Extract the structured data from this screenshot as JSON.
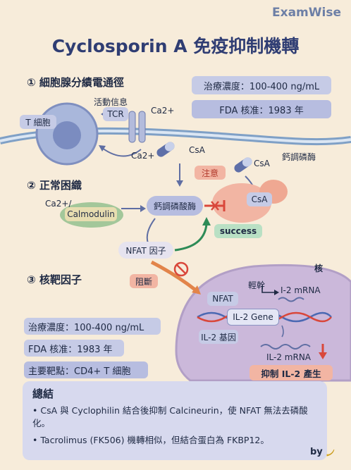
{
  "brand": "ExamWise",
  "title": "Cyclosporin A 免疫抑制機轉",
  "info_top": {
    "concentration": "治療濃度：100-400 ng/mL",
    "fda": "FDA 核准：1983 年"
  },
  "section1": {
    "heading": "① 細胞腺分績電通徑",
    "signal_label": "活動信息",
    "t_cell": "T 細胞",
    "tcr": "TCR",
    "ca_top": "Ca2+",
    "ca_bottom": "Ca2+",
    "csa": "CsA"
  },
  "section2": {
    "heading": "② 正常困織",
    "ca_calmodulin": "Ca2+/",
    "calmodulin": "Calmodulin",
    "calcineurin": "鈣調磷酸酶",
    "caution": "注意",
    "csa_bound": "CsA",
    "csa_free": "CsA",
    "calcineurin_right": "鈣調磷酶",
    "success": "success",
    "nfat_factor": "NFAT 因子"
  },
  "section3": {
    "heading": "③ 核靶因子",
    "block": "阻斷",
    "nucleus": "核",
    "nfat": "NFAT",
    "transcription": "輕幹",
    "il2_mrna_top": "I-2 mRNA",
    "il2_gene": "IL-2 Gene",
    "il2_gene_label": "IL-2 基因",
    "il2_mrna_bottom": "IL-2 mRNA",
    "inhibit": "抑制 IL-2 產生"
  },
  "info_bottom": {
    "concentration": "治療濃度：100-400 ng/mL",
    "fda": "FDA 核准：1983 年",
    "target": "主要靶點：CD4+ T 細胞"
  },
  "summary": {
    "heading": "總結",
    "items": [
      "CsA 與 Cyclophilin 結合後抑制 Calcineurin，使 NFAT 無法去磷酸化。",
      "Tacrolimus (FK506) 機轉相似，但結合蛋白為 FKBP12。"
    ]
  },
  "byline": "by",
  "colors": {
    "background": "#f7ecda",
    "title": "#2f3d73",
    "membrane": "#7fa0c6",
    "calcineurin": "#b7bde0",
    "inhibitor_red": "#d9473b",
    "success_green": "#2e8b57",
    "nucleus": "#c9b8d9"
  }
}
